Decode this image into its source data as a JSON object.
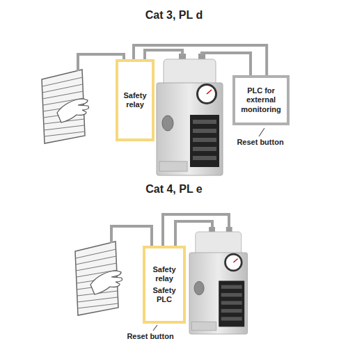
{
  "diagram": {
    "nodes": [
      {
        "text": [
          "Safety relay"
        ]
      },
      {
        "text": [
          "PLC for external monitoring"
        ]
      },
      {
        "text": [
          "Safety relay",
          "Safety PLC"
        ]
      }
    ],
    "edges": [
      {
        "from": 0,
        "to": 1,
        "arrow": "none"
      }
    ],
    "labels": [
      "Cat 3, PL d",
      "Reset button",
      "Cat 4, PL e",
      "Reset button"
    ]
  }
}
